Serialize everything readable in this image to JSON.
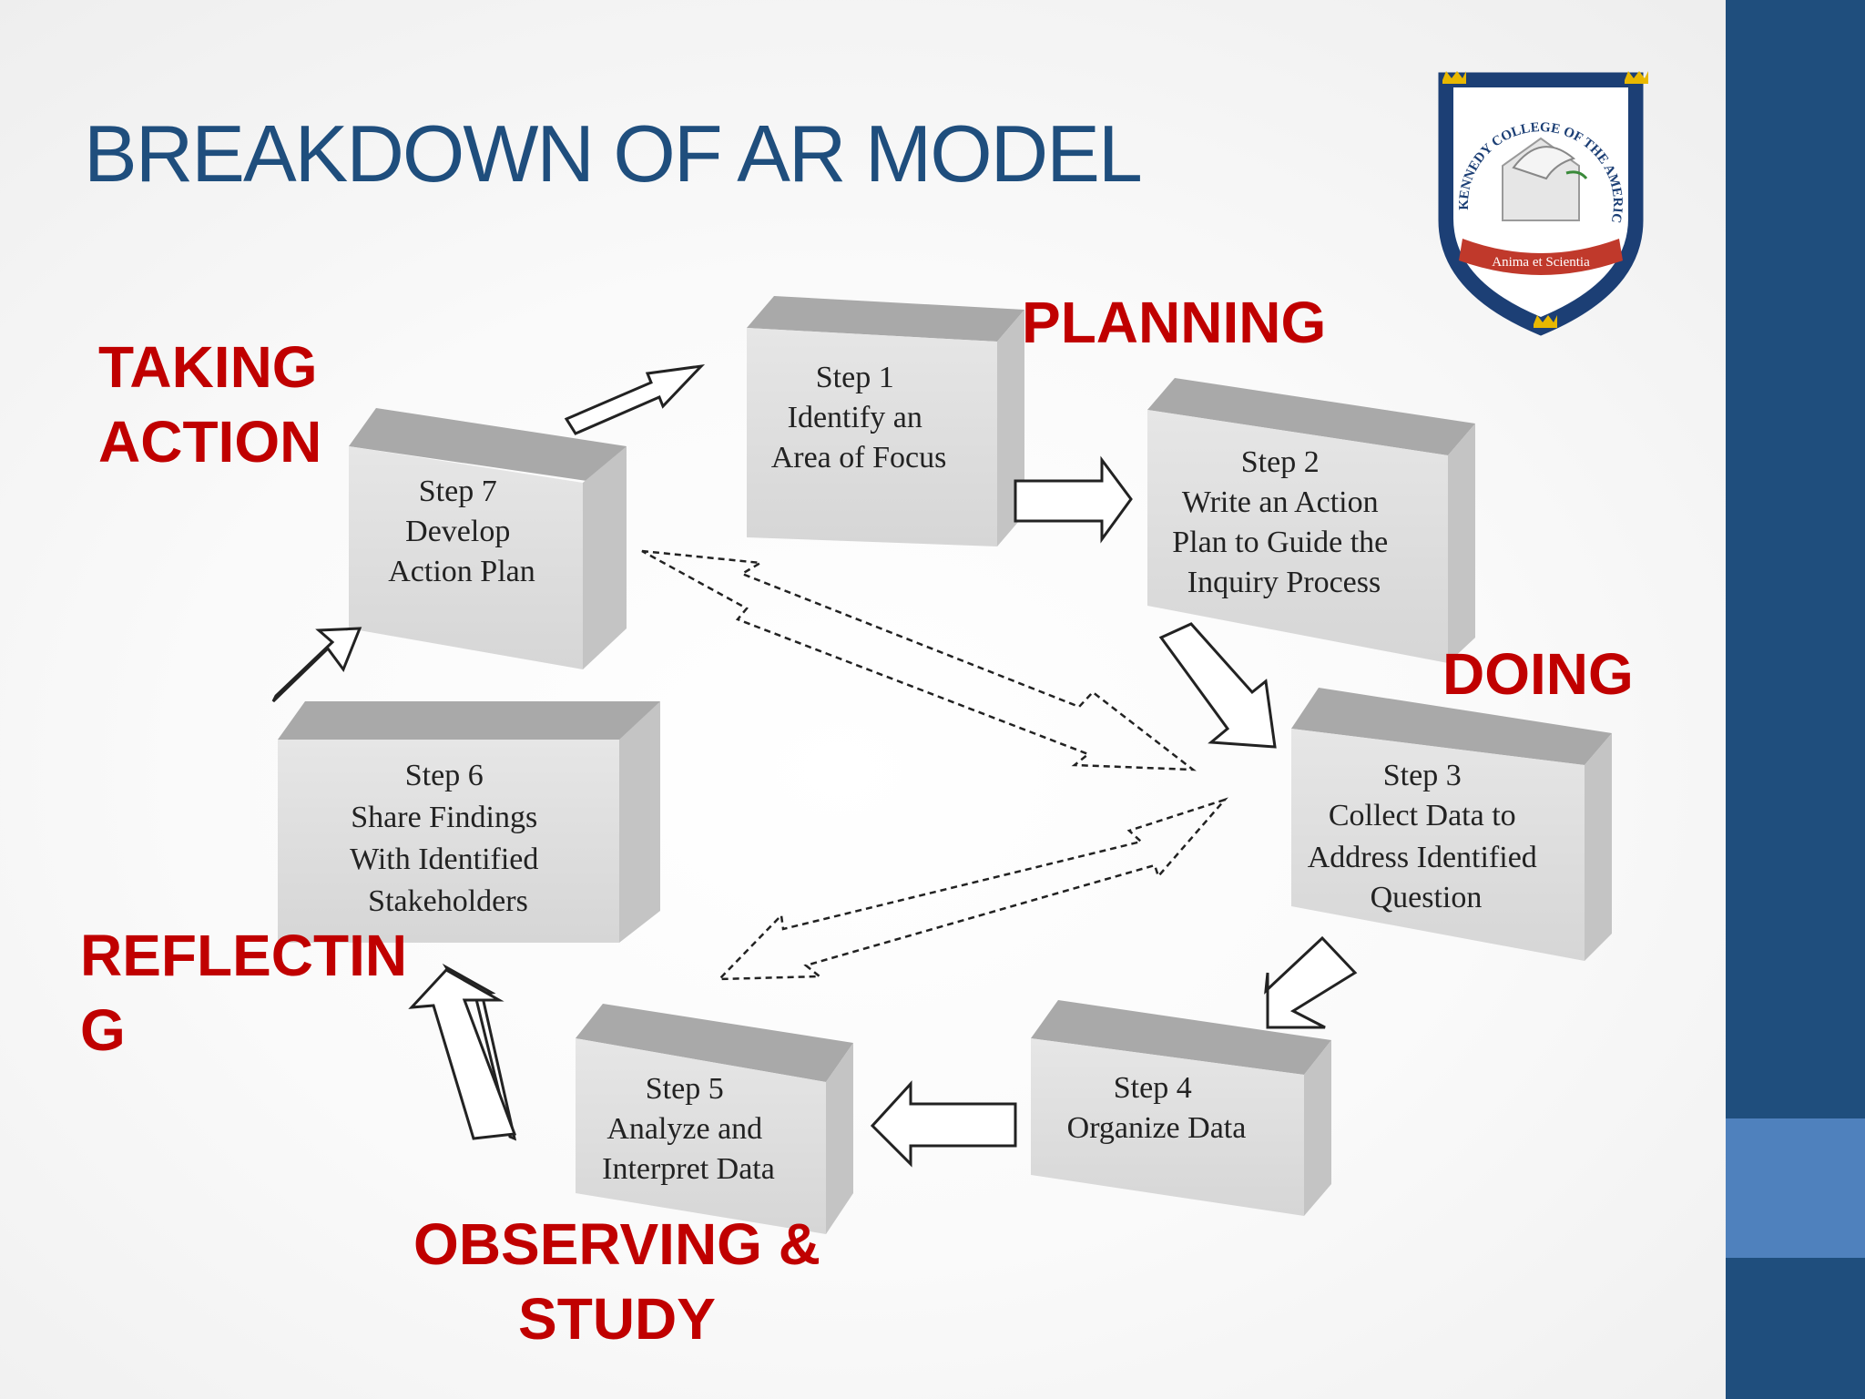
{
  "title": "BREAKDOWN OF AR MODEL",
  "phases": {
    "planning": "PLANNING",
    "taking_action_line1": "TAKING",
    "taking_action_line2": "ACTION",
    "doing": "DOING",
    "reflecting_line1": "REFLECTIN",
    "reflecting_line2": "G",
    "observing_line1": "OBSERVING &",
    "observing_line2": "STUDY"
  },
  "steps": [
    {
      "lines": [
        "Step 1",
        "Identify an",
        "Area of Focus"
      ]
    },
    {
      "lines": [
        "Step 2",
        "Write an Action",
        "Plan to Guide the",
        "Inquiry Process"
      ]
    },
    {
      "lines": [
        "Step 3",
        "Collect Data to",
        "Address Identified",
        "Question"
      ]
    },
    {
      "lines": [
        "Step 4",
        "Organize Data"
      ]
    },
    {
      "lines": [
        "Step 5",
        "Analyze and",
        "Interpret Data"
      ]
    },
    {
      "lines": [
        "Step 6",
        "Share Findings",
        "With Identified",
        "Stakeholders"
      ]
    },
    {
      "lines": [
        "Step 7",
        "Develop",
        "Action Plan"
      ]
    }
  ],
  "logo": {
    "arc_text": "KENNEDY COLLEGE OF THE AMERICAS",
    "motto": "Anima et Scientia"
  },
  "colors": {
    "title": "#1f4e7d",
    "phase_label": "#c00000",
    "sidebar": "#1f4e7d",
    "sidebar_accent": "#4f81bd",
    "box_front": "#dcdcdc",
    "box_top": "#a9a9a9",
    "box_side": "#c4c4c4"
  }
}
